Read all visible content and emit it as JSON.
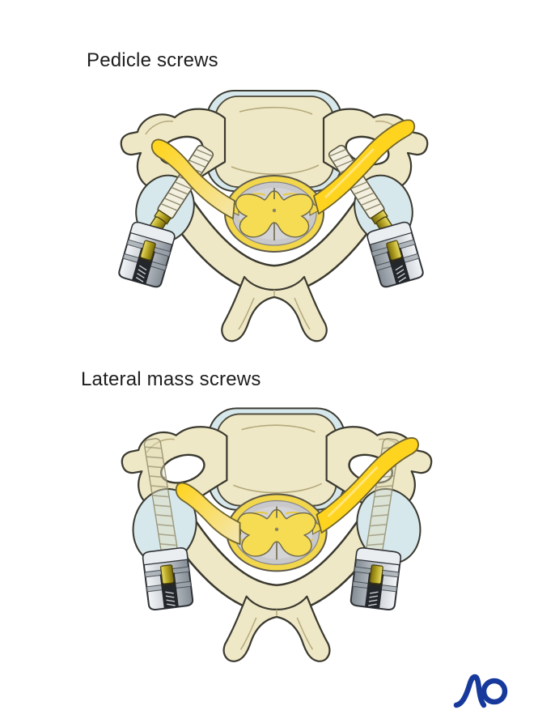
{
  "page": {
    "background": "#ffffff"
  },
  "figures": [
    {
      "id": "pedicle-screws",
      "label": "Pedicle screws"
    },
    {
      "id": "lateral-mass-screws",
      "label": "Lateral mass screws"
    }
  ],
  "logo": {
    "text": "AO",
    "color": "#16399b"
  },
  "palette": {
    "bone": "#efe8c6",
    "bone_shade": "#b4a97b",
    "outline": "#3b3a30",
    "cartilage_blue": "#d7e8ec",
    "nerve_yellow_bright": "#ffd41e",
    "nerve_yellow_soft": "#f8e07c",
    "cord_ring_yellow": "#f2d64b",
    "cord_gray": "#c9c9cb",
    "butterfly_yellow": "#f6dc52",
    "screw_metal_light": "#f4f6f8",
    "screw_metal_dark": "#838b93",
    "screw_gold": "#b5a422",
    "ghost_screw": "#e2ddb9"
  }
}
